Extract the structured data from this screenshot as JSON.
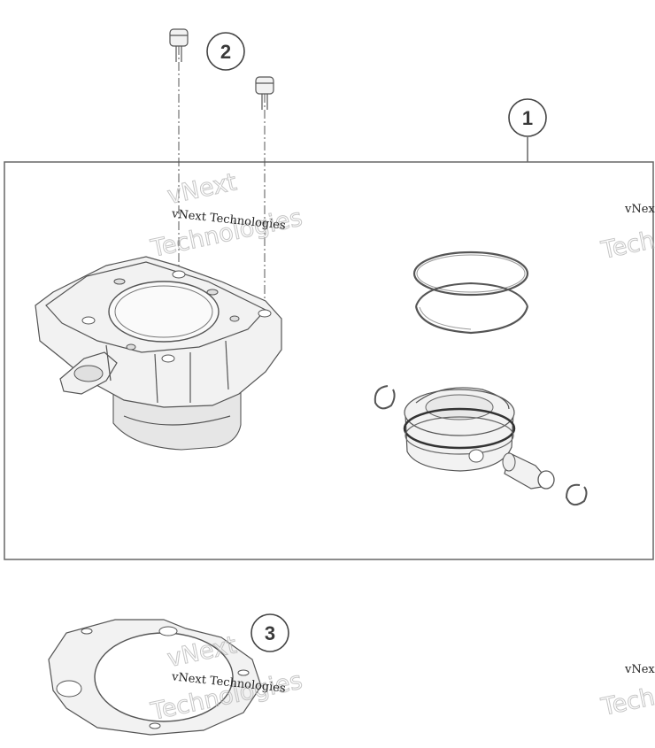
{
  "callouts": [
    {
      "id": "1",
      "label": "1"
    },
    {
      "id": "2",
      "label": "2"
    },
    {
      "id": "3",
      "label": "3"
    }
  ],
  "watermark": {
    "small_text": "vNext Technologies",
    "big_line1": "vNext",
    "big_line2": "Technologies",
    "small_text_cut": "vNext",
    "big_text_cut": "Tech"
  },
  "colors": {
    "line": "#555555",
    "fill": "#f2f2f2",
    "frame": "#666666"
  }
}
